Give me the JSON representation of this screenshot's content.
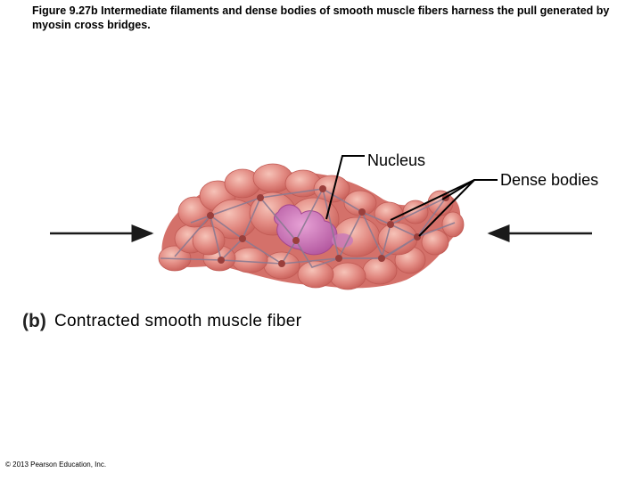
{
  "figure": {
    "caption": "Figure 9.27b  Intermediate filaments and dense bodies of smooth muscle fibers harness the pull generated by myosin cross bridges."
  },
  "labels": {
    "nucleus": "Nucleus",
    "dense_bodies": "Dense bodies"
  },
  "panel": {
    "letter": "(b)",
    "title": "Contracted smooth muscle fiber"
  },
  "copyright": "© 2013 Pearson Education, Inc.",
  "colors": {
    "cell_fill": "#de7f78",
    "cell_highlight": "#f2b3a8",
    "cell_shadow": "#c0554f",
    "filament": "#8a7a92",
    "dense_body": "#9a3f3c",
    "nucleus": "#c474b4",
    "arrow": "#1a1a1a"
  }
}
